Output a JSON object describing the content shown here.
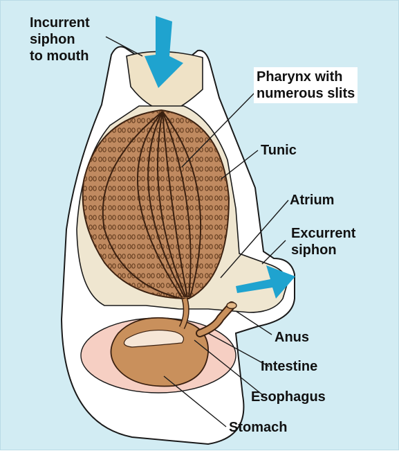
{
  "labels": {
    "incurrent_siphon": "Incurrent\nsiphon\nto mouth",
    "pharynx": "Pharynx with\nnumerous slits",
    "tunic": "Tunic",
    "atrium": "Atrium",
    "excurrent_siphon": "Excurrent\nsiphon",
    "anus": "Anus",
    "intestine": "Intestine",
    "esophagus": "Esophagus",
    "stomach": "Stomach"
  },
  "colors": {
    "background": "#d2ecf3",
    "tunic": "#ffffff",
    "atrium": "#efe6d0",
    "pharynx": "#c08a60",
    "gut": "#c9905c",
    "gut_pouch": "#f6cfc3",
    "arrow": "#1fa3cf"
  }
}
